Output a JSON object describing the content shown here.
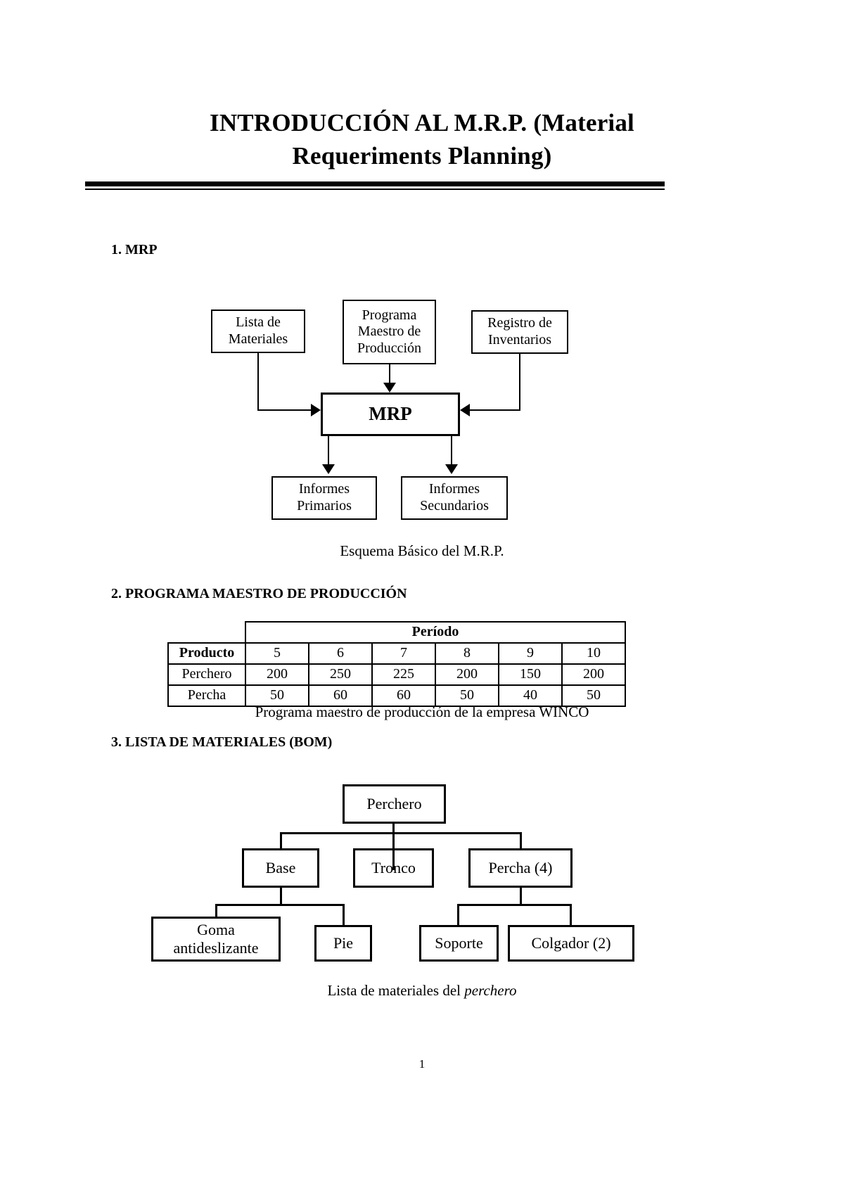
{
  "document": {
    "title": "INTRODUCCIÓN AL M.R.P. (Material Requeriments Planning)",
    "title_line1": "INTRODUCCIÓN AL M.R.P. (Material",
    "title_line2": "Requeriments Planning)",
    "page_number": "1"
  },
  "sections": {
    "s1_heading": "1. MRP",
    "s2_heading": "2. PROGRAMA MAESTRO DE PRODUCCIÓN",
    "s3_heading": "3. LISTA DE MATERIALES (BOM)"
  },
  "diagram_mrp": {
    "caption": "Esquema Básico del M.R.P.",
    "boxes": {
      "lista_materiales": {
        "line1": "Lista de",
        "line2": "Materiales"
      },
      "programa_maestro": {
        "line1": "Programa",
        "line2": "Maestro de",
        "line3": "Producción"
      },
      "registro_inventarios": {
        "line1": "Registro de",
        "line2": "Inventarios"
      },
      "mrp": {
        "label": "MRP"
      },
      "informes_primarios": {
        "line1": "Informes",
        "line2": "Primarios"
      },
      "informes_secundarios": {
        "line1": "Informes",
        "line2": "Secundarios"
      }
    }
  },
  "mps_table": {
    "caption": "Programa maestro de producción de la empresa WINCO",
    "period_header": "Período",
    "product_header": "Producto",
    "periods": [
      "5",
      "6",
      "7",
      "8",
      "9",
      "10"
    ],
    "rows": [
      {
        "label": "Perchero",
        "values": [
          "200",
          "250",
          "225",
          "200",
          "150",
          "200"
        ]
      },
      {
        "label": "Percha",
        "values": [
          "50",
          "60",
          "60",
          "50",
          "40",
          "50"
        ]
      }
    ]
  },
  "bom_tree": {
    "caption_prefix": "Lista de materiales del ",
    "caption_italic": "perchero",
    "nodes": {
      "perchero": "Perchero",
      "base": "Base",
      "tronco": "Tronco",
      "percha": "Percha (4)",
      "goma": {
        "line1": "Goma",
        "line2": "antideslizante"
      },
      "pie": "Pie",
      "soporte": "Soporte",
      "colgador": "Colgador (2)"
    }
  },
  "chart_data": {
    "type": "table",
    "title": "Programa maestro de producción de la empresa WINCO",
    "xlabel": "Período",
    "categories": [
      "5",
      "6",
      "7",
      "8",
      "9",
      "10"
    ],
    "series": [
      {
        "name": "Perchero",
        "values": [
          200,
          250,
          225,
          200,
          150,
          200
        ]
      },
      {
        "name": "Percha",
        "values": [
          50,
          60,
          60,
          50,
          40,
          50
        ]
      }
    ]
  }
}
